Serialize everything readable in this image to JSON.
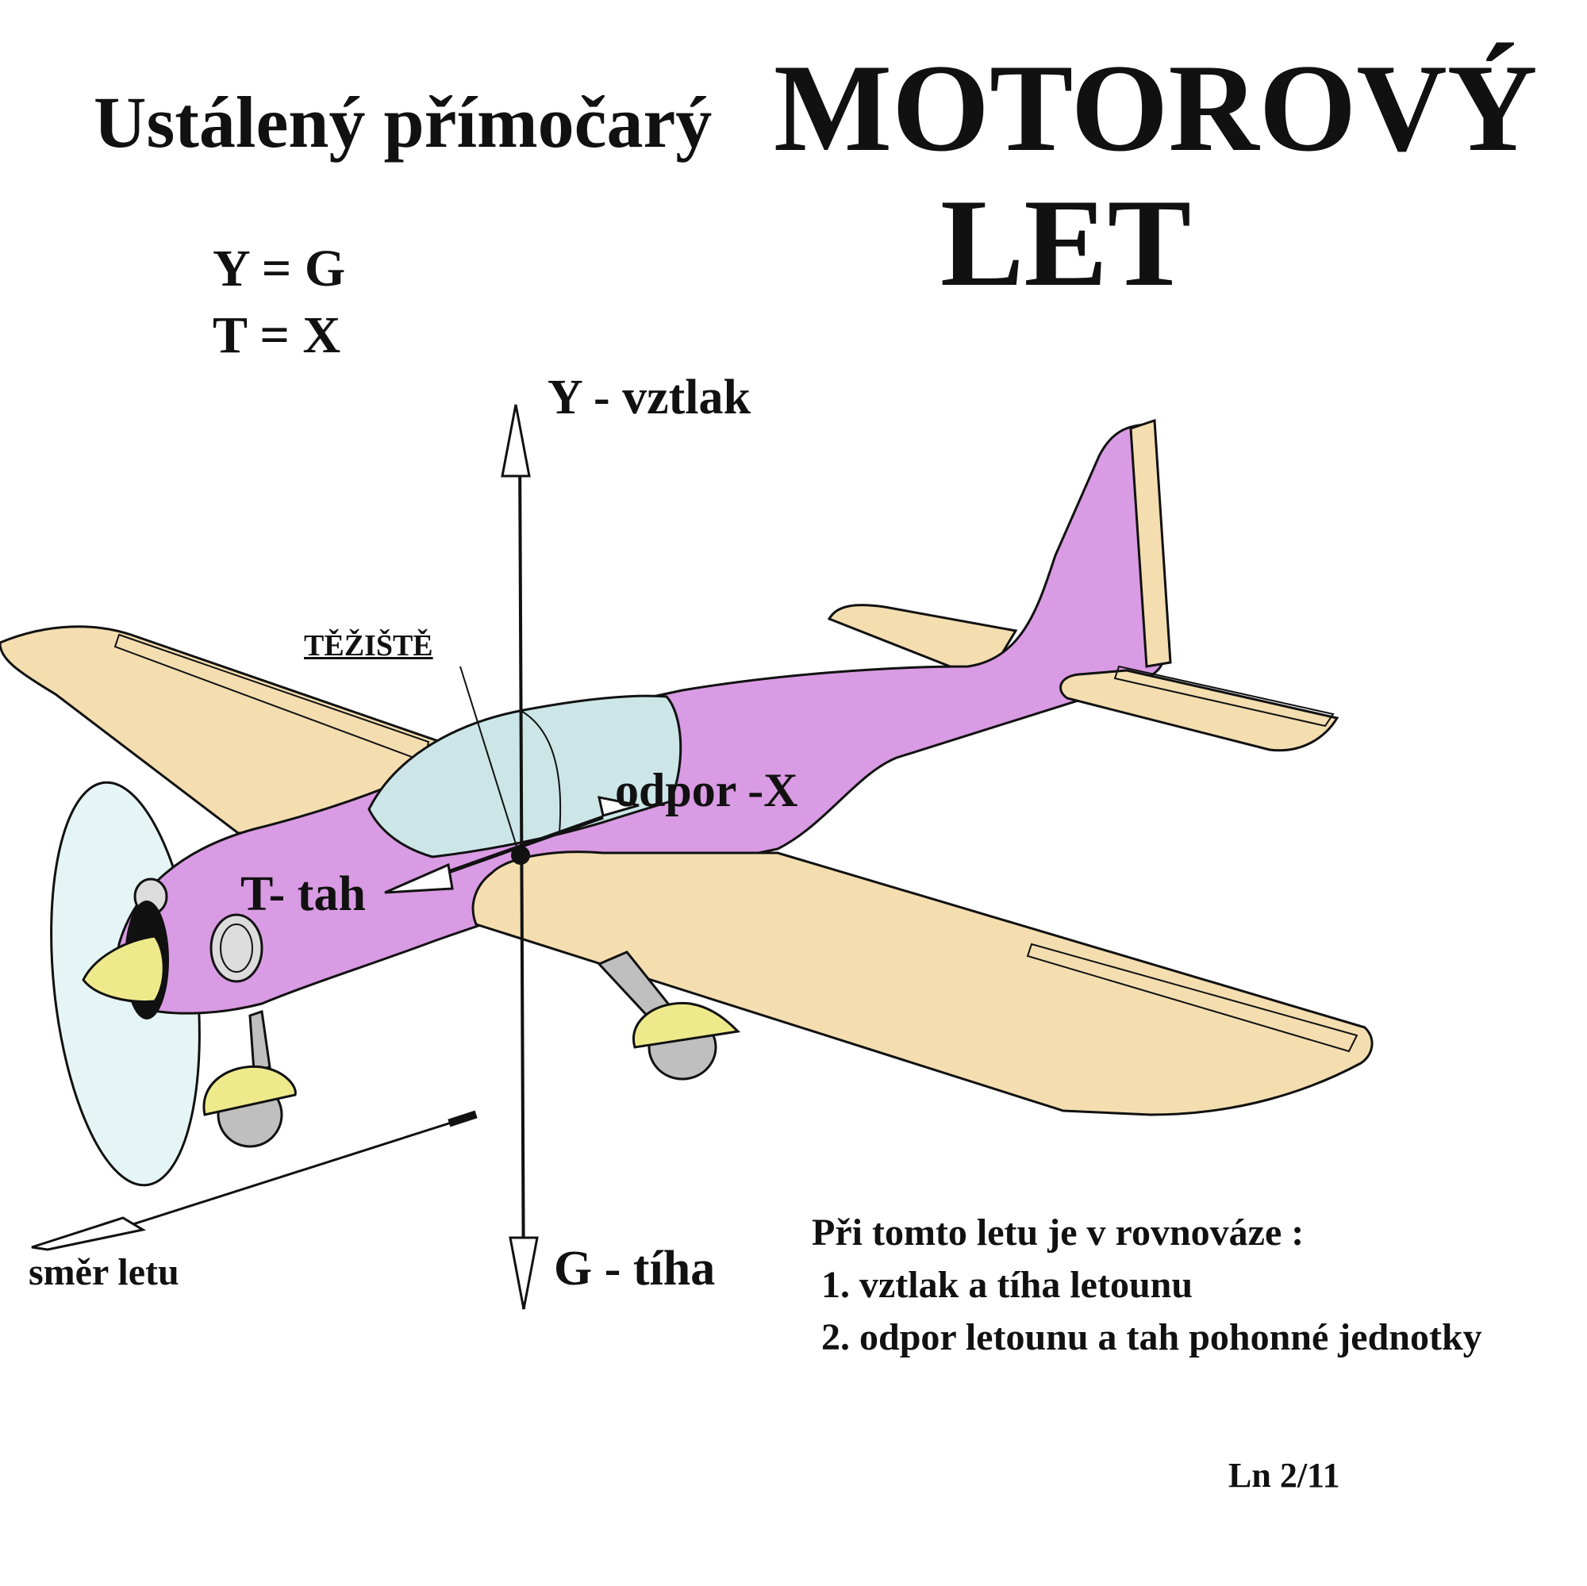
{
  "title": {
    "subtitle": "Ustálený přímočarý",
    "line1": "MOTOROVÝ",
    "line2": "LET"
  },
  "equations": [
    "Y = G",
    "T = X"
  ],
  "forces": {
    "lift": "Y - vztlak",
    "weight": "G - tíha",
    "drag": "odpor -X",
    "thrust": "T- tah",
    "center_of_gravity": "TĚŽIŠTĚ"
  },
  "flight_direction": "směr  letu",
  "equilibrium": {
    "title": "Při tomto letu je v rovnováze :",
    "items": [
      "1. vztlak a tíha letounu",
      "2. odpor letounu a tah pohonné jednotky"
    ]
  },
  "page_ref": "Ln 2/11",
  "colors": {
    "fuselage": "#d99be3",
    "wing": "#f4deb0",
    "canopy": "#cce6e8",
    "propeller_disc": "#e5f5f5",
    "spinner": "#eeea8c",
    "outline": "#111111"
  }
}
